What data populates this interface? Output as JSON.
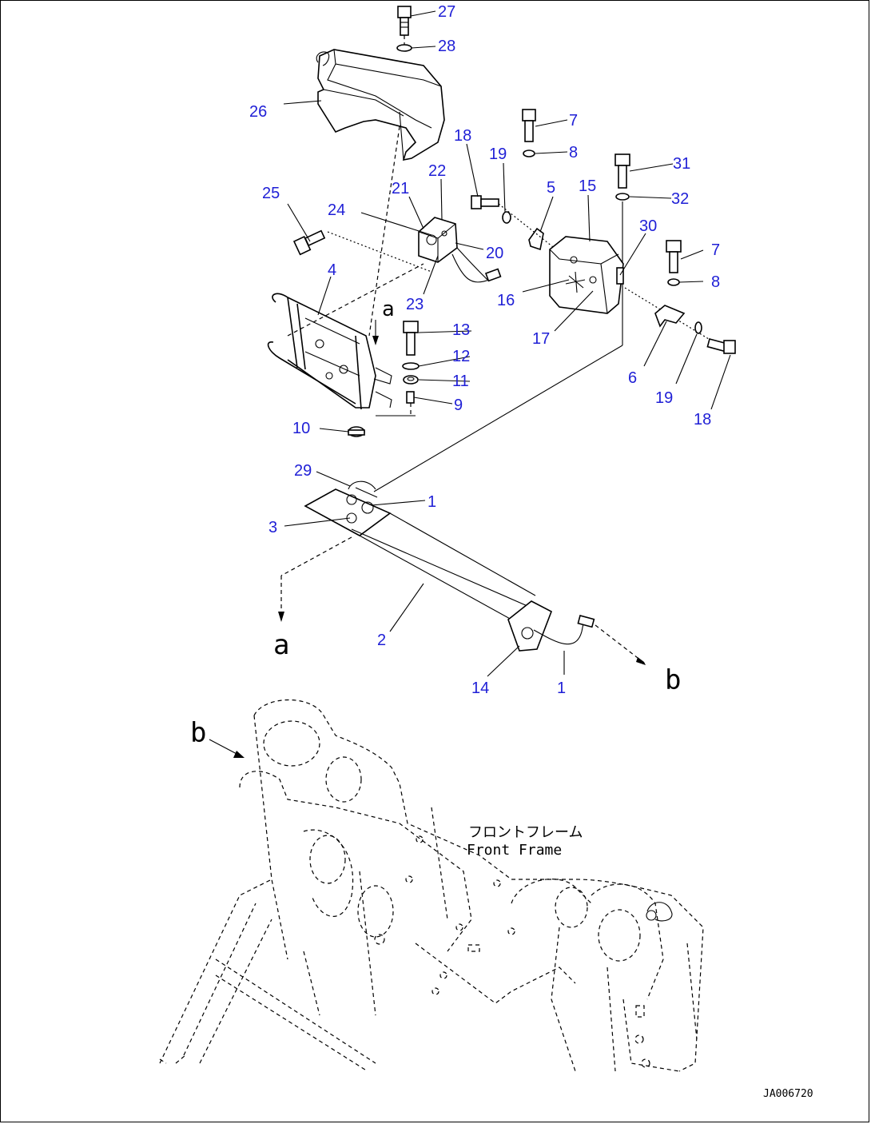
{
  "diagram": {
    "drawing_id": "JA006720",
    "frame_label_jp": "フロントフレーム",
    "frame_label_en": "Front Frame",
    "reference_marks": {
      "a": "a",
      "b": "b"
    },
    "part_numbers": [
      {
        "id": "p27",
        "label": "27"
      },
      {
        "id": "p28",
        "label": "28"
      },
      {
        "id": "p26",
        "label": "26"
      },
      {
        "id": "p7a",
        "label": "7"
      },
      {
        "id": "p8a",
        "label": "8"
      },
      {
        "id": "p18a",
        "label": "18"
      },
      {
        "id": "p19a",
        "label": "19"
      },
      {
        "id": "p22",
        "label": "22"
      },
      {
        "id": "p21",
        "label": "21"
      },
      {
        "id": "p5",
        "label": "5"
      },
      {
        "id": "p15",
        "label": "15"
      },
      {
        "id": "p31",
        "label": "31"
      },
      {
        "id": "p32",
        "label": "32"
      },
      {
        "id": "p25",
        "label": "25"
      },
      {
        "id": "p24",
        "label": "24"
      },
      {
        "id": "p20",
        "label": "20"
      },
      {
        "id": "p30",
        "label": "30"
      },
      {
        "id": "p7b",
        "label": "7"
      },
      {
        "id": "p8b",
        "label": "8"
      },
      {
        "id": "p4",
        "label": "4"
      },
      {
        "id": "p23",
        "label": "23"
      },
      {
        "id": "p16",
        "label": "16"
      },
      {
        "id": "p13",
        "label": "13"
      },
      {
        "id": "p17",
        "label": "17"
      },
      {
        "id": "p12",
        "label": "12"
      },
      {
        "id": "p11",
        "label": "11"
      },
      {
        "id": "p6",
        "label": "6"
      },
      {
        "id": "p19b",
        "label": "19"
      },
      {
        "id": "p9",
        "label": "9"
      },
      {
        "id": "p18b",
        "label": "18"
      },
      {
        "id": "p10",
        "label": "10"
      },
      {
        "id": "p29",
        "label": "29"
      },
      {
        "id": "p1a",
        "label": "1"
      },
      {
        "id": "p3",
        "label": "3"
      },
      {
        "id": "p2",
        "label": "2"
      },
      {
        "id": "p14",
        "label": "14"
      },
      {
        "id": "p1b",
        "label": "1"
      }
    ]
  }
}
